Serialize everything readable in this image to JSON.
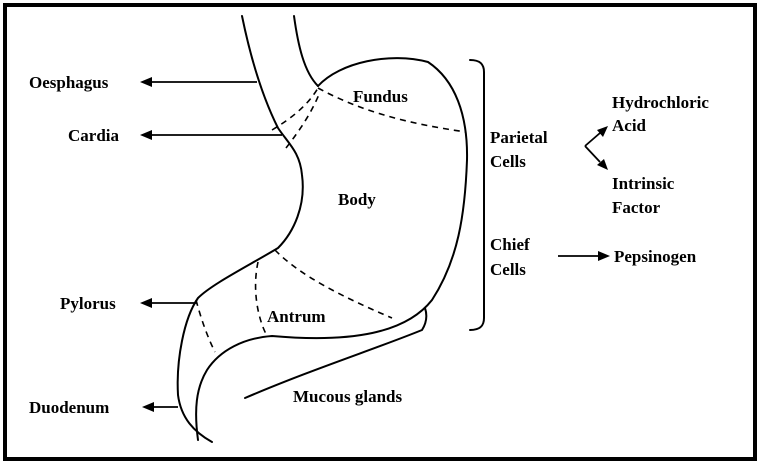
{
  "labels": {
    "oesphagus": "Oesphagus",
    "cardia": "Cardia",
    "pylorus": "Pylorus",
    "duodenum": "Duodenum",
    "fundus": "Fundus",
    "body": "Body",
    "antrum": "Antrum",
    "mucous_glands": "Mucous glands",
    "parietal_cells_line1": "Parietal",
    "parietal_cells_line2": "Cells",
    "chief_cells_line1": "Chief",
    "chief_cells_line2": "Cells",
    "hydrochloric_acid_line1": "Hydrochloric",
    "hydrochloric_acid_line2": "Acid",
    "intrinsic_factor_line1": "Intrinsic",
    "intrinsic_factor_line2": "Factor",
    "pepsinogen": "Pepsinogen"
  }
}
